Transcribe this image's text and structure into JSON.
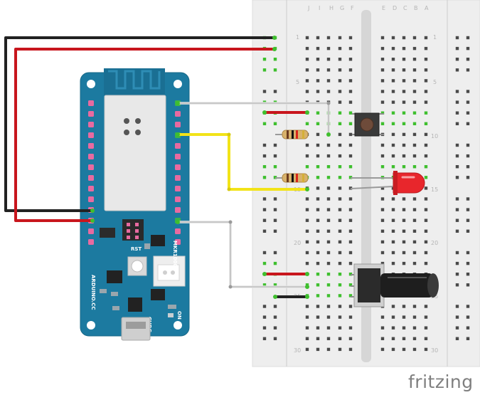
{
  "breadboard": {
    "column_letters_left": [
      "J",
      "I",
      "H",
      "G",
      "F"
    ],
    "column_letters_right": [
      "E",
      "D",
      "C",
      "B",
      "A"
    ],
    "row_numbers": [
      "1",
      "5",
      "10",
      "15",
      "20",
      "25",
      "30"
    ]
  },
  "board": {
    "model_label": "MKR1000",
    "reset_label": "RST",
    "site_label": "ARDUINO.CC",
    "charge_label": "CHRG",
    "power_label": "ON"
  },
  "colors": {
    "board": "#1c7aa0",
    "breadboard": "#eeeeee",
    "wire_black": "#222222",
    "wire_red": "#c8161d",
    "wire_yellow": "#f2e318",
    "wire_white": "#e9e9e9",
    "led": "#e8262c",
    "hole_active": "#3fbf2e"
  },
  "footer": {
    "brand": "fritzing"
  }
}
